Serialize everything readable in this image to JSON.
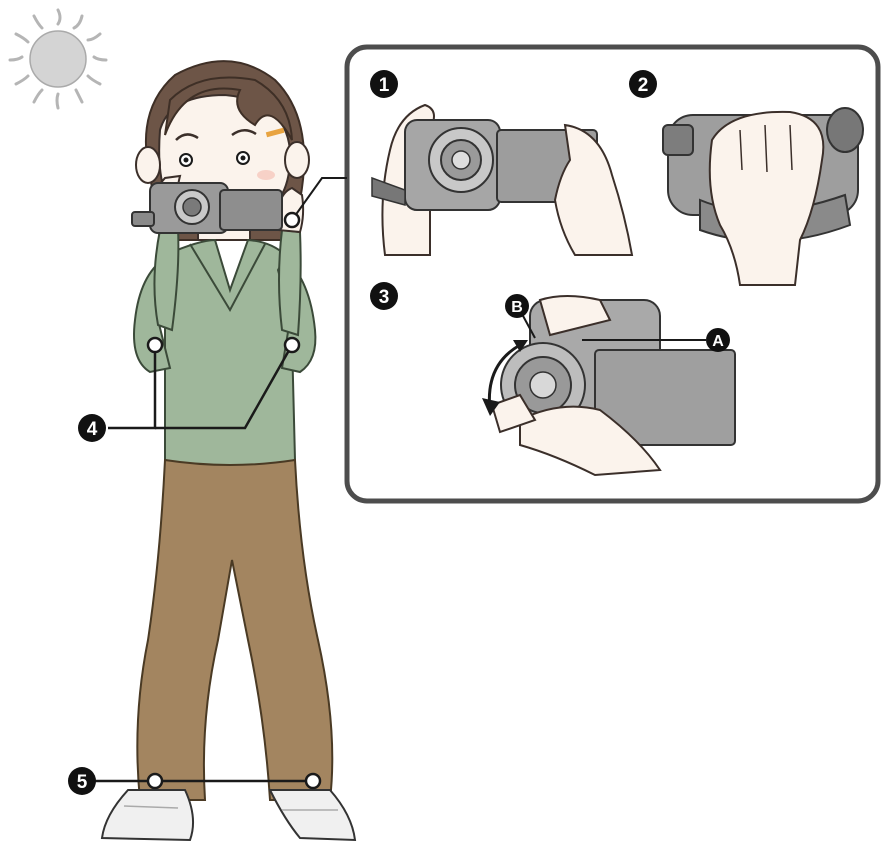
{
  "markers": {
    "m1": "1",
    "m2": "2",
    "m3": "3",
    "m4": "4",
    "m5": "5",
    "letter_a": "A",
    "letter_b": "B"
  },
  "icons": [
    "sun-icon",
    "camcorder-icon",
    "hand-icon",
    "shoe-icon",
    "rotation-arrow-icon"
  ],
  "colors": {
    "shirt": "#9fb79b",
    "pants": "#a38560",
    "hair": "#6d5547",
    "skin": "#fbf3ec",
    "camera": "#9a9a9a",
    "sun": "#d2d2d2",
    "line": "#1a1a1a"
  }
}
